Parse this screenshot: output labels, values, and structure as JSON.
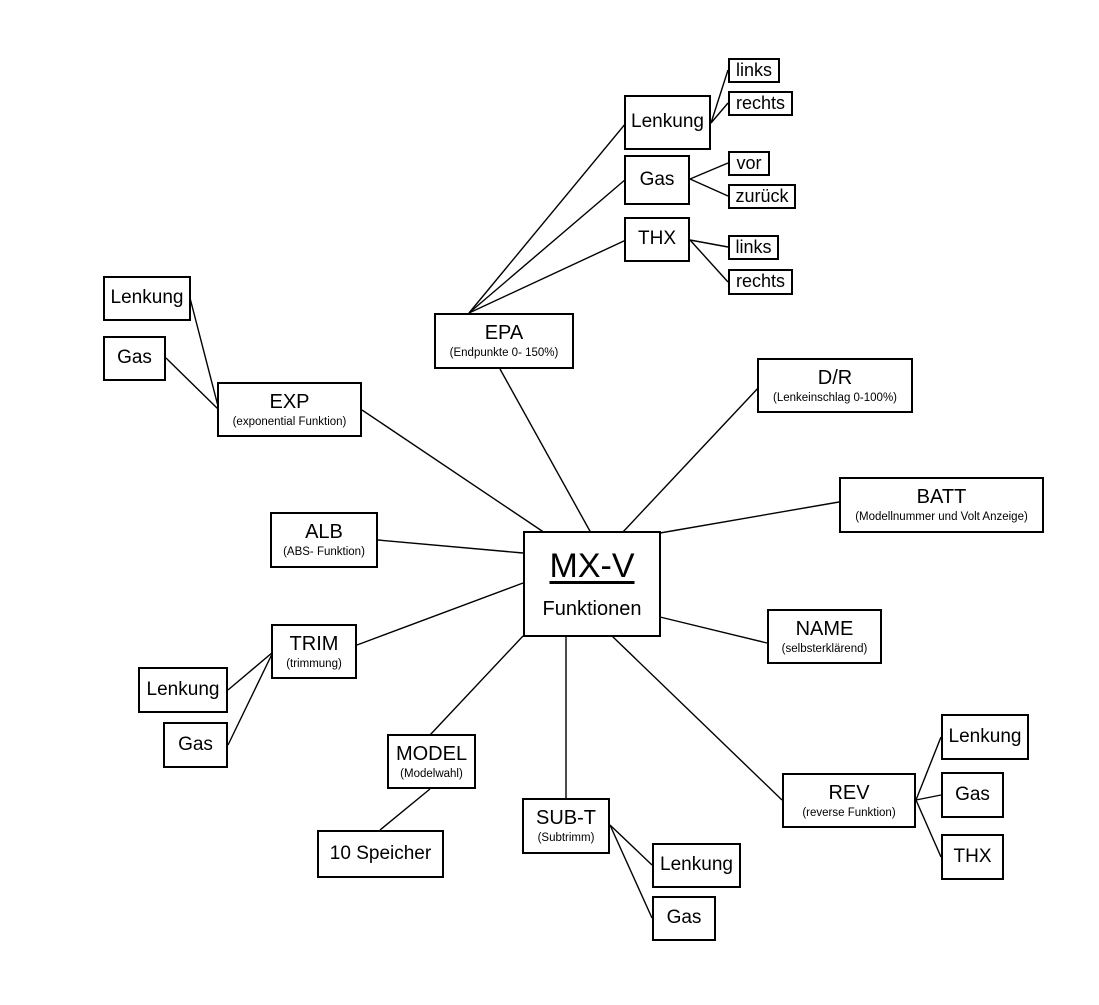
{
  "center": {
    "title": "MX-V",
    "subtitle": "Funktionen"
  },
  "nodes": {
    "epa": {
      "label": "EPA",
      "sub": "(Endpunkte 0- 150%)"
    },
    "dr": {
      "label": "D/R",
      "sub": "(Lenkeinschlag 0-100%)"
    },
    "batt": {
      "label": "BATT",
      "sub": "(Modellnummer und Volt Anzeige)"
    },
    "name": {
      "label": "NAME",
      "sub": "(selbsterklärend)"
    },
    "rev": {
      "label": "REV",
      "sub": "(reverse Funktion)"
    },
    "subt": {
      "label": "SUB-T",
      "sub": "(Subtrimm)"
    },
    "model": {
      "label": "MODEL",
      "sub": "(Modelwahl)"
    },
    "trim": {
      "label": "TRIM",
      "sub": "(trimmung)"
    },
    "alb": {
      "label": "ALB",
      "sub": "(ABS- Funktion)"
    },
    "exp": {
      "label": "EXP",
      "sub": "(exponential Funktion)"
    }
  },
  "leaves": {
    "epa_lenkung": "Lenkung",
    "epa_lenkung_links": "links",
    "epa_lenkung_rechts": "rechts",
    "epa_gas": "Gas",
    "epa_gas_vor": "vor",
    "epa_gas_zurueck": "zurück",
    "epa_thx": "THX",
    "epa_thx_links": "links",
    "epa_thx_rechts": "rechts",
    "exp_lenkung": "Lenkung",
    "exp_gas": "Gas",
    "trim_lenkung": "Lenkung",
    "trim_gas": "Gas",
    "model_speicher": "10 Speicher",
    "subt_lenkung": "Lenkung",
    "subt_gas": "Gas",
    "rev_lenkung": "Lenkung",
    "rev_gas": "Gas",
    "rev_thx": "THX"
  }
}
